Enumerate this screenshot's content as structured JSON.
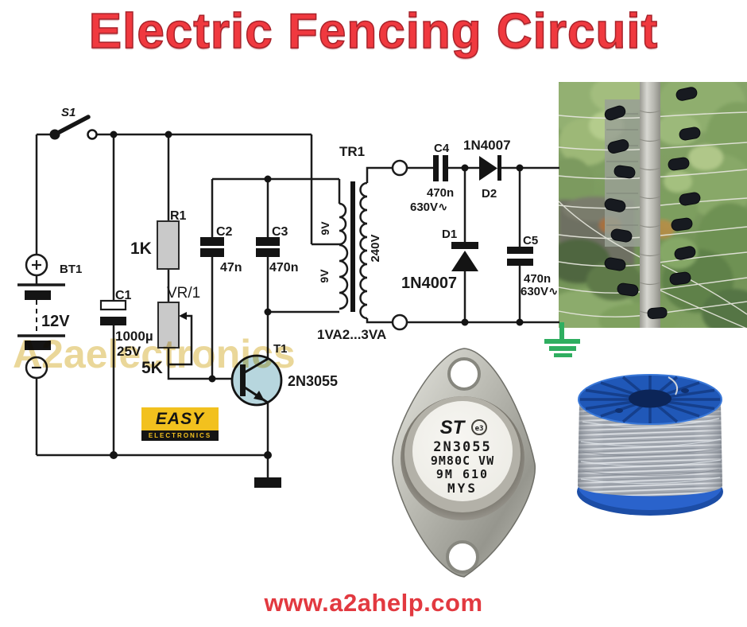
{
  "title": {
    "text": "Electric Fencing Circuit"
  },
  "watermark": {
    "text": "A2aelectronics"
  },
  "footer": {
    "url": "www.a2ahelp.com"
  },
  "logo": {
    "top": "EASY",
    "bottom": "ELECTRONICS"
  },
  "schematic": {
    "s1": "S1",
    "bt1": "BT1",
    "battery_voltage": "12V",
    "c1": "C1",
    "c1_value": "1000µ",
    "c1_voltage": "25V",
    "r1": "R1",
    "r1_value": "1K",
    "vr1": "VR/1",
    "vr1_value": "5K",
    "c2": "C2",
    "c2_value": "47n",
    "c3": "C3",
    "c3_value": "470n",
    "tr1": "TR1",
    "tr1_winding_top": "9V",
    "tr1_winding_bottom": "9V",
    "tr1_secondary": "240V",
    "tr1_rating": "1VA2...3VA",
    "c4": "C4",
    "c4_value": "470n",
    "c4_voltage": "630V∿",
    "d2": "D2",
    "d2_part": "1N4007",
    "d1": "D1",
    "d1_part": "1N4007",
    "c5": "C5",
    "c5_value": "470n",
    "c5_voltage": "630V∿",
    "t1": "T1",
    "t1_part": "2N3055"
  },
  "photos": {
    "transistor": {
      "brand": "ST",
      "cert": "e3",
      "line1": "2N3055",
      "line2": "9M80C VW",
      "line3": "9M 610",
      "line4": "MYS"
    }
  },
  "colors": {
    "accent_red": "#f0393f",
    "logo_yellow": "#f2c11e",
    "ground_green": "#2fae60",
    "transistor_fill": "#b7d6de",
    "spool_blue": "#2058b8",
    "wire_black": "#1b1b1b"
  }
}
